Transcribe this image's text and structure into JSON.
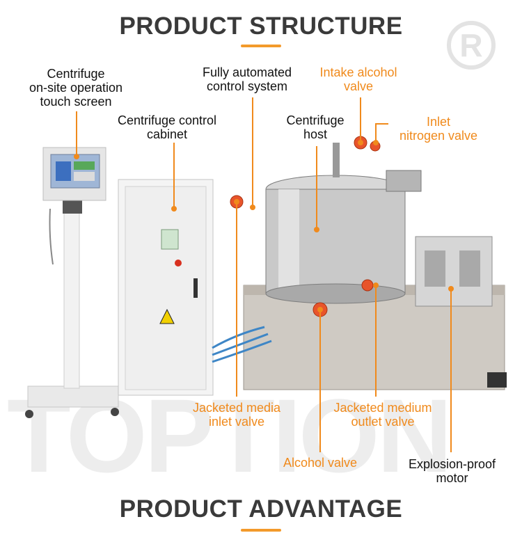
{
  "header": {
    "title": "PRODUCT STRUCTURE"
  },
  "footer": {
    "title": "PRODUCT ADVANTAGE"
  },
  "watermark": {
    "text": "TOPTION"
  },
  "colors": {
    "accent": "#f39a2b",
    "label_orange": "#f08a1c",
    "heading": "#3a3a3a"
  },
  "labels": {
    "touch_screen": [
      "Centrifuge",
      "on-site operation",
      "touch screen"
    ],
    "control_system": [
      "Fully automated",
      "control system"
    ],
    "intake_alcohol": [
      "Intake alcohol",
      "valve"
    ],
    "control_cabinet": [
      "Centrifuge control",
      "cabinet"
    ],
    "centrifuge_host": [
      "Centrifuge",
      "host"
    ],
    "inlet_nitrogen": [
      "Inlet",
      "nitrogen valve"
    ],
    "jacketed_inlet": [
      "Jacketed media",
      "inlet valve"
    ],
    "jacketed_outlet": [
      "Jacketed medium",
      "outlet valve"
    ],
    "alcohol_valve": [
      "Alcohol valve"
    ],
    "motor": [
      "Explosion-proof",
      "motor"
    ]
  }
}
